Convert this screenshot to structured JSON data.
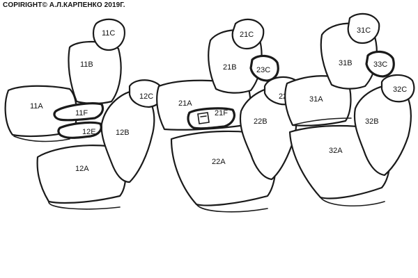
{
  "copyright": "COPIRIGHT© А.Л.КАРПЕНКО 2019Г.",
  "labels": {
    "l11C": "11C",
    "l11B": "11B",
    "l11A": "11A",
    "l11F": "11F",
    "l12E": "12E",
    "l12C": "12C",
    "l12B": "12B",
    "l12A": "12A",
    "l21C": "21C",
    "l21B": "21B",
    "l23C": "23C",
    "l22C": "22C",
    "l21A": "21A",
    "l21F": "21F",
    "l22B": "22B",
    "l22A": "22A",
    "l31C": "31C",
    "l31B": "31B",
    "l33C": "33C",
    "l32C": "32C",
    "l31A": "31A",
    "l32B": "32B",
    "l32A": "32A"
  }
}
